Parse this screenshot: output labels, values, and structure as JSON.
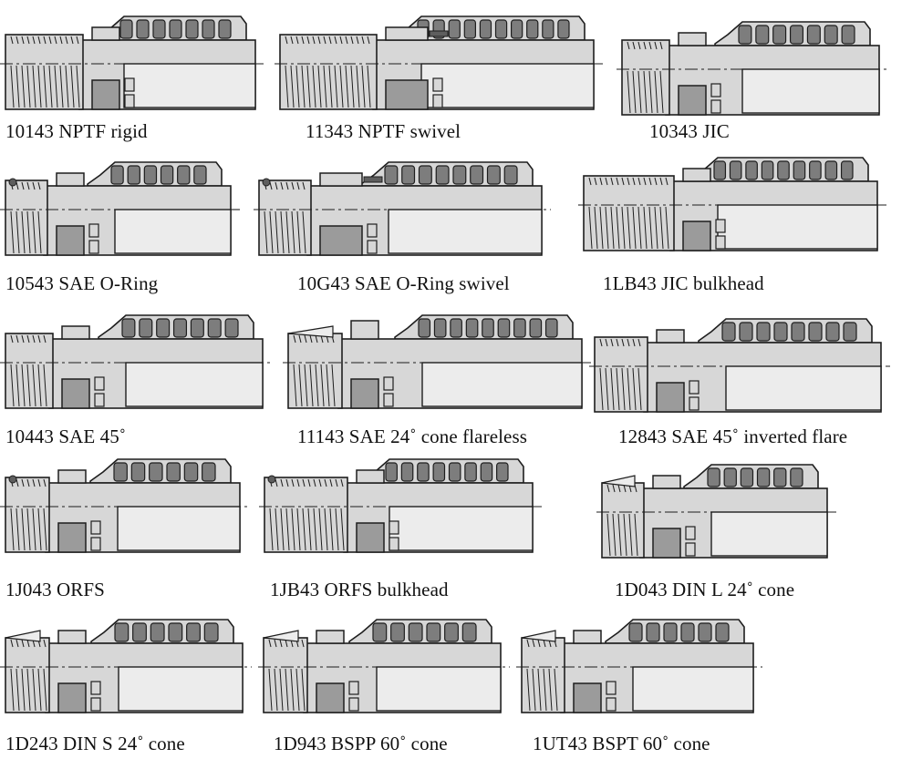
{
  "catalog": {
    "fittings": [
      {
        "label": "10143 NPTF rigid",
        "nut": "none",
        "features": [
          "long-thread"
        ]
      },
      {
        "label": "11343 NPTF swivel",
        "nut": "none",
        "features": [
          "long-thread",
          "swivel"
        ]
      },
      {
        "label": "10343 JIC",
        "nut": "none",
        "features": [
          "short-thread",
          "flare"
        ]
      },
      {
        "label": "10543 SAE O-Ring",
        "nut": "none",
        "features": [
          "oring",
          "thread"
        ]
      },
      {
        "label": "10G43 SAE O-Ring swivel",
        "nut": "hex",
        "features": [
          "oring",
          "swivel",
          "thread"
        ]
      },
      {
        "label": "1LB43 JIC bulkhead",
        "nut": "none",
        "features": [
          "long-thread",
          "bulkhead"
        ]
      },
      {
        "label": "10443 SAE 45˚",
        "nut": "none",
        "features": [
          "thread",
          "point"
        ]
      },
      {
        "label": "11143 SAE 24˚ cone flareless",
        "nut": "hex-large",
        "features": [
          "cone"
        ]
      },
      {
        "label": "12843 SAE 45˚ inverted flare",
        "nut": "none",
        "features": [
          "thread",
          "inverted"
        ]
      },
      {
        "label": "1J043 ORFS",
        "nut": "none",
        "features": [
          "oring-face",
          "thread"
        ]
      },
      {
        "label": "1JB43 ORFS bulkhead",
        "nut": "none",
        "features": [
          "oring-face",
          "long-thread"
        ]
      },
      {
        "label": "1D043 DIN L 24˚ cone",
        "nut": "none",
        "features": [
          "cone",
          "thread"
        ]
      },
      {
        "label": "1D243 DIN S 24˚ cone",
        "nut": "none",
        "features": [
          "cone",
          "thread"
        ]
      },
      {
        "label": "1D943 BSPP 60˚ cone",
        "nut": "none",
        "features": [
          "cone60",
          "thread"
        ]
      },
      {
        "label": "1UT43 BSPT 60˚ cone",
        "nut": "none",
        "features": [
          "cone60",
          "thread"
        ]
      }
    ]
  },
  "colors": {
    "steel": "#d7d7d7",
    "steel_light": "#ececec",
    "steel_dark": "#9b9b9b",
    "outline": "#1e1e1e",
    "crimp": "#7d7d7d",
    "crimp_band": "#5e5e5e"
  }
}
